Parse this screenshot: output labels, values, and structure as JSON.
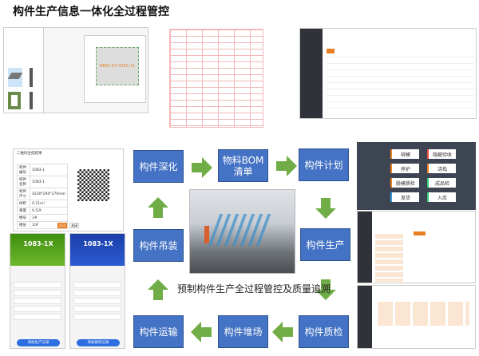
{
  "title": "构件生产信息一体化全过程管控",
  "process_boxes": [
    "构件深化",
    "物料BOM清单",
    "构件计划",
    "构件生产",
    "构件质检",
    "构件堆场",
    "构件运输",
    "构件吊装"
  ],
  "caption": "预制构件生产全过程管控及质量追溯",
  "cad_panel": {
    "component_id": "DBS1-67-4325-11"
  },
  "workflow_steps": [
    "绑模",
    "隐蔽验收",
    "养护",
    "浇捣",
    "脱模质检",
    "成品检",
    "发货",
    "入库"
  ],
  "qr_panel": {
    "title": "二维码生成结果",
    "rows": [
      {
        "label": "构件编号",
        "value": "1083-1"
      },
      {
        "label": "构件名称",
        "value": "1083-1"
      },
      {
        "label": "构件尺寸",
        "value": "4230*290*270mm"
      },
      {
        "label": "体积",
        "value": "0.21m³"
      },
      {
        "label": "重量",
        "value": "0.52t"
      },
      {
        "label": "楼号",
        "value": "3#"
      },
      {
        "label": "楼层",
        "value": "10F"
      }
    ],
    "print_button": "打印",
    "close_button": "关闭"
  },
  "phones": [
    {
      "color": "#3f8f10",
      "header": "1083-1X",
      "button": "添加生产记录"
    },
    {
      "color": "#1a3fa8",
      "header": "1083-1X",
      "button": "添加质检记录"
    }
  ],
  "colors": {
    "box": "#4472c4",
    "arrow": "#70ad47",
    "accent": "#e67e22",
    "dark": "#3d4452"
  }
}
